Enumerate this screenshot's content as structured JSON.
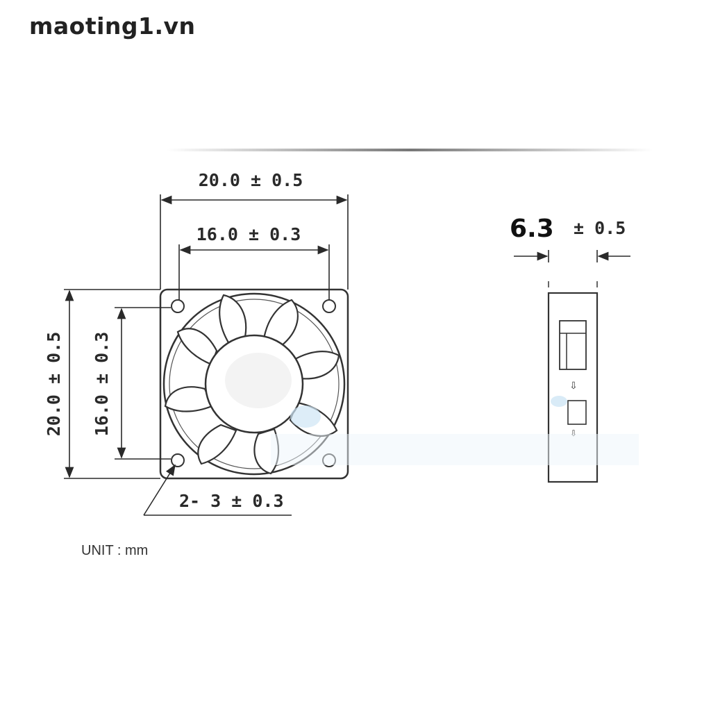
{
  "watermark": "maoting1.vn",
  "unit_label": "UNIT : mm",
  "dimensions": {
    "top_outer_width": "20.0 ± 0.5",
    "top_hole_spacing": "16.0 ± 0.3",
    "left_outer_height": "20.0 ± 0.5",
    "left_hole_spacing": "16.0 ± 0.3",
    "hole_callout": "2- 3 ± 0.3",
    "thickness_value": "6.3",
    "thickness_tolerance": "± 0.5"
  },
  "colors": {
    "line": "#2a2a2a",
    "fan_outline": "#333333",
    "hub_highlight": "#cfe6f5"
  }
}
